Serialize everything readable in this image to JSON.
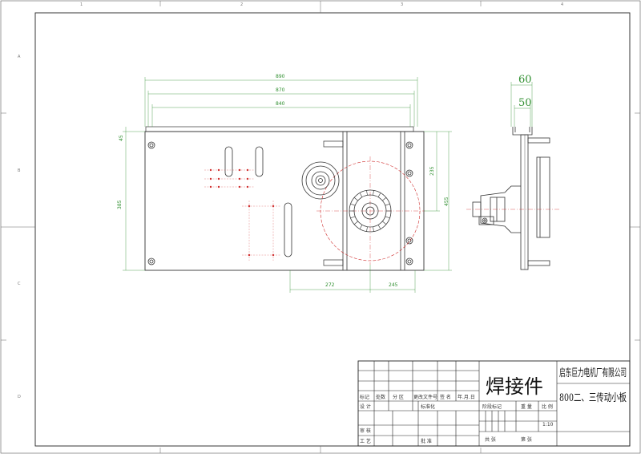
{
  "drawing": {
    "dimensions": {
      "overall_width": "890",
      "middle_width": "870",
      "inner_width": "840",
      "left_edge": "45",
      "left_height": "385",
      "right_upper": "235",
      "right_height": "455",
      "bottom_left": "272",
      "bottom_right": "245",
      "channel_outer": "60",
      "channel_inner": "50"
    },
    "zones": {
      "top": [
        "1",
        "2",
        "3",
        "4"
      ],
      "left": [
        "A",
        "B",
        "C",
        "D"
      ]
    },
    "colors": {
      "outline": "#333333",
      "dimension": "#2f8f2f",
      "hidden": "#d03030",
      "frame": "#222222"
    }
  },
  "title_block": {
    "part_name": "焊接件",
    "company": "启东巨力电机厂有限公司",
    "drawing_title": "800二、三传动小板",
    "scale": "1:10",
    "headers": {
      "mark": "标记",
      "count": "处数",
      "zone": "分 区",
      "change_doc": "更改文件号",
      "sign": "签 名",
      "date": "年.月.日"
    },
    "roles": {
      "design": "设 计",
      "standardize": "标准化",
      "review": "审 核",
      "process": "工 艺",
      "approve": "批 准"
    },
    "stage": {
      "stage_mark": "阶段标记",
      "weight": "重 量",
      "ratio": "比 例"
    },
    "sheets": {
      "total": "共   张",
      "index": "第   张"
    }
  }
}
